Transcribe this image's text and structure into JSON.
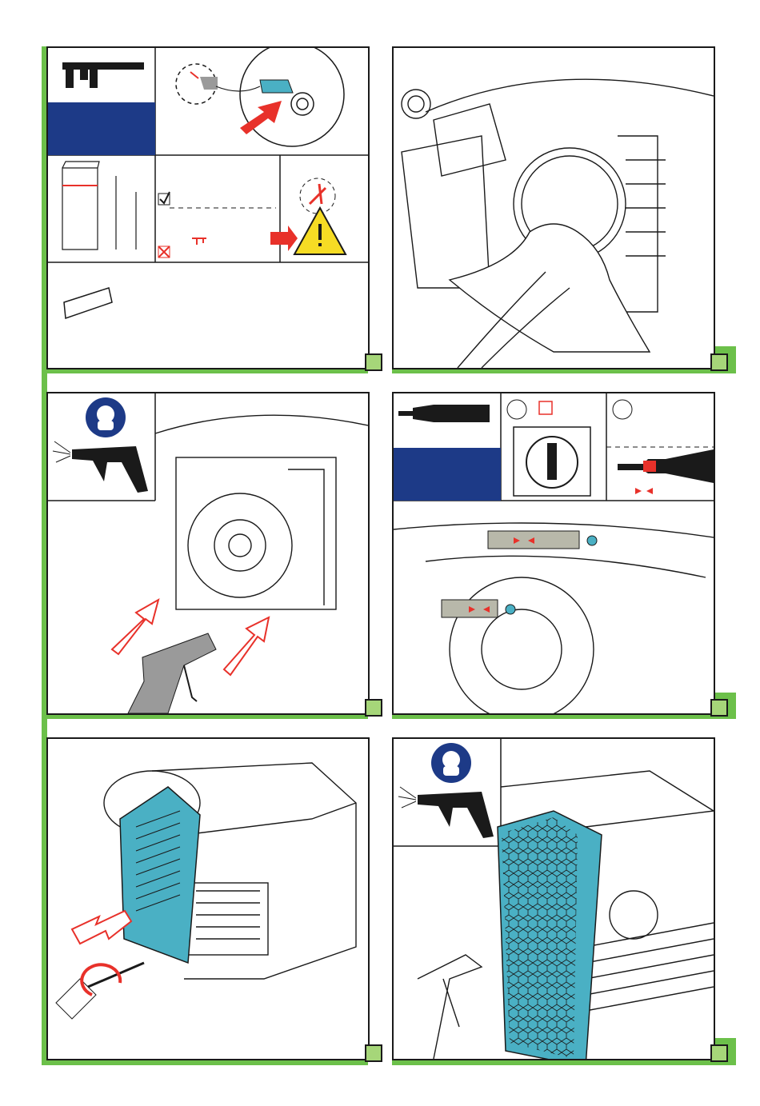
{
  "colors": {
    "frame_green": "#6cc04a",
    "step_box": "#a6d679",
    "navy": "#1d3a87",
    "part_teal": "#4ab0c4",
    "arrow_red": "#e8312a",
    "warning_yellow": "#f6dc24",
    "gun_grey": "#9a9a9a",
    "strip_grey": "#b8b8aa"
  },
  "panels": [
    {
      "id": "step-1",
      "icons": [
        "caliper-icon",
        "vane-wear-detail",
        "check-icon",
        "cross-icon",
        "warning-icon",
        "vane-part"
      ]
    },
    {
      "id": "step-2",
      "icons": [
        "hand-cleaning-cloth"
      ]
    },
    {
      "id": "step-3",
      "icons": [
        "respirator-mask-icon",
        "air-blow-gun-icon",
        "air-flow-arrow"
      ]
    },
    {
      "id": "step-4",
      "icons": [
        "grease-gun-icon",
        "main-switch-icon",
        "grease-fitting-icon"
      ]
    },
    {
      "id": "step-5",
      "icons": [
        "t-handle-key-icon",
        "filter-cover",
        "removal-arrow"
      ]
    },
    {
      "id": "step-6",
      "icons": [
        "respirator-mask-icon",
        "air-blow-gun-icon",
        "filter-cartridge"
      ]
    }
  ]
}
